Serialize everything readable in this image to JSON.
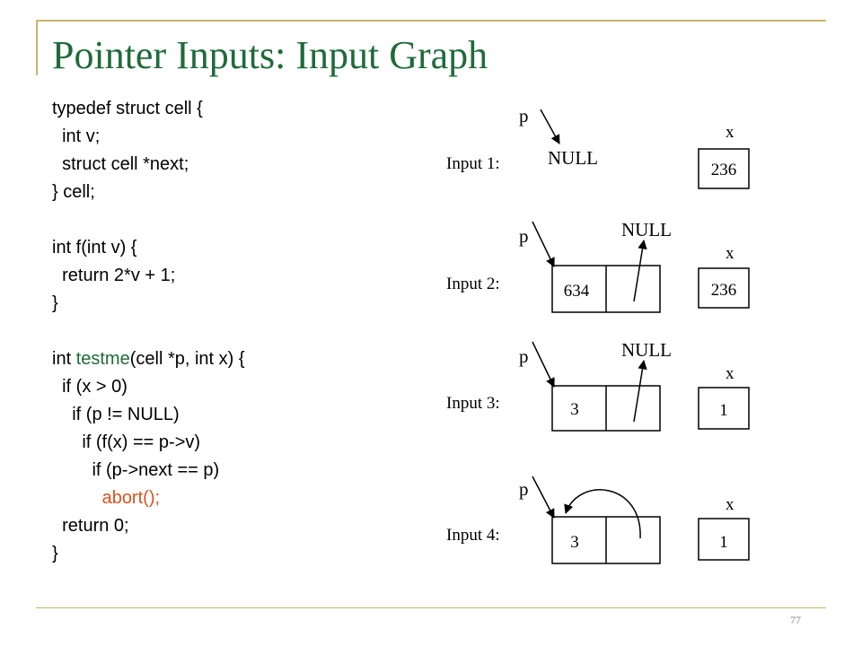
{
  "slide": {
    "title": "Pointer Inputs: Input Graph",
    "page_number": "77",
    "colors": {
      "title": "#1f6b3a",
      "frame": "#c9b46a",
      "function_name": "#1f6b3a",
      "highlight": "#d9531e"
    }
  },
  "code": {
    "lines": [
      "typedef struct cell {",
      "  int v;",
      "  struct cell *next;",
      "} cell;",
      "",
      "int f(int v) {",
      "  return 2*v + 1;",
      "}",
      "",
      "int ",
      "  if (x > 0)",
      "    if (p != NULL)",
      "      if (f(x) == p->v)",
      "        if (p->next == p)",
      "          abort();",
      "  return 0;",
      "}"
    ],
    "testme_name": "testme",
    "testme_rest": "(cell *p, int x) {"
  },
  "diagram": {
    "pointer_label": "p",
    "x_label": "x",
    "null_label": "NULL",
    "inputs": [
      {
        "label": "Input 1:",
        "cell_v": "",
        "x_value": "236"
      },
      {
        "label": "Input 2:",
        "cell_v": "634",
        "x_value": "236"
      },
      {
        "label": "Input 3:",
        "cell_v": "3",
        "x_value": "1"
      },
      {
        "label": "Input 4:",
        "cell_v": "3",
        "x_value": "1"
      }
    ]
  }
}
